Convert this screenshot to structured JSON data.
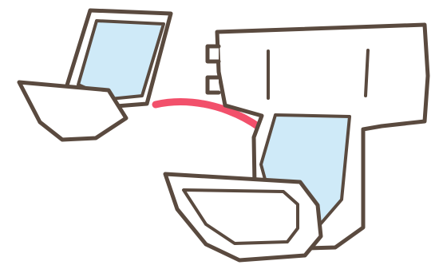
{
  "scene": {
    "objects": [
      "insert-pad",
      "arrow",
      "adult-diaper"
    ]
  },
  "colors": {
    "outline": "#5a4a3f",
    "fill_white": "#ffffff",
    "pad_blue": "#cfeaf8",
    "arrow_red": "#f2506b",
    "background": "#ffffff"
  }
}
